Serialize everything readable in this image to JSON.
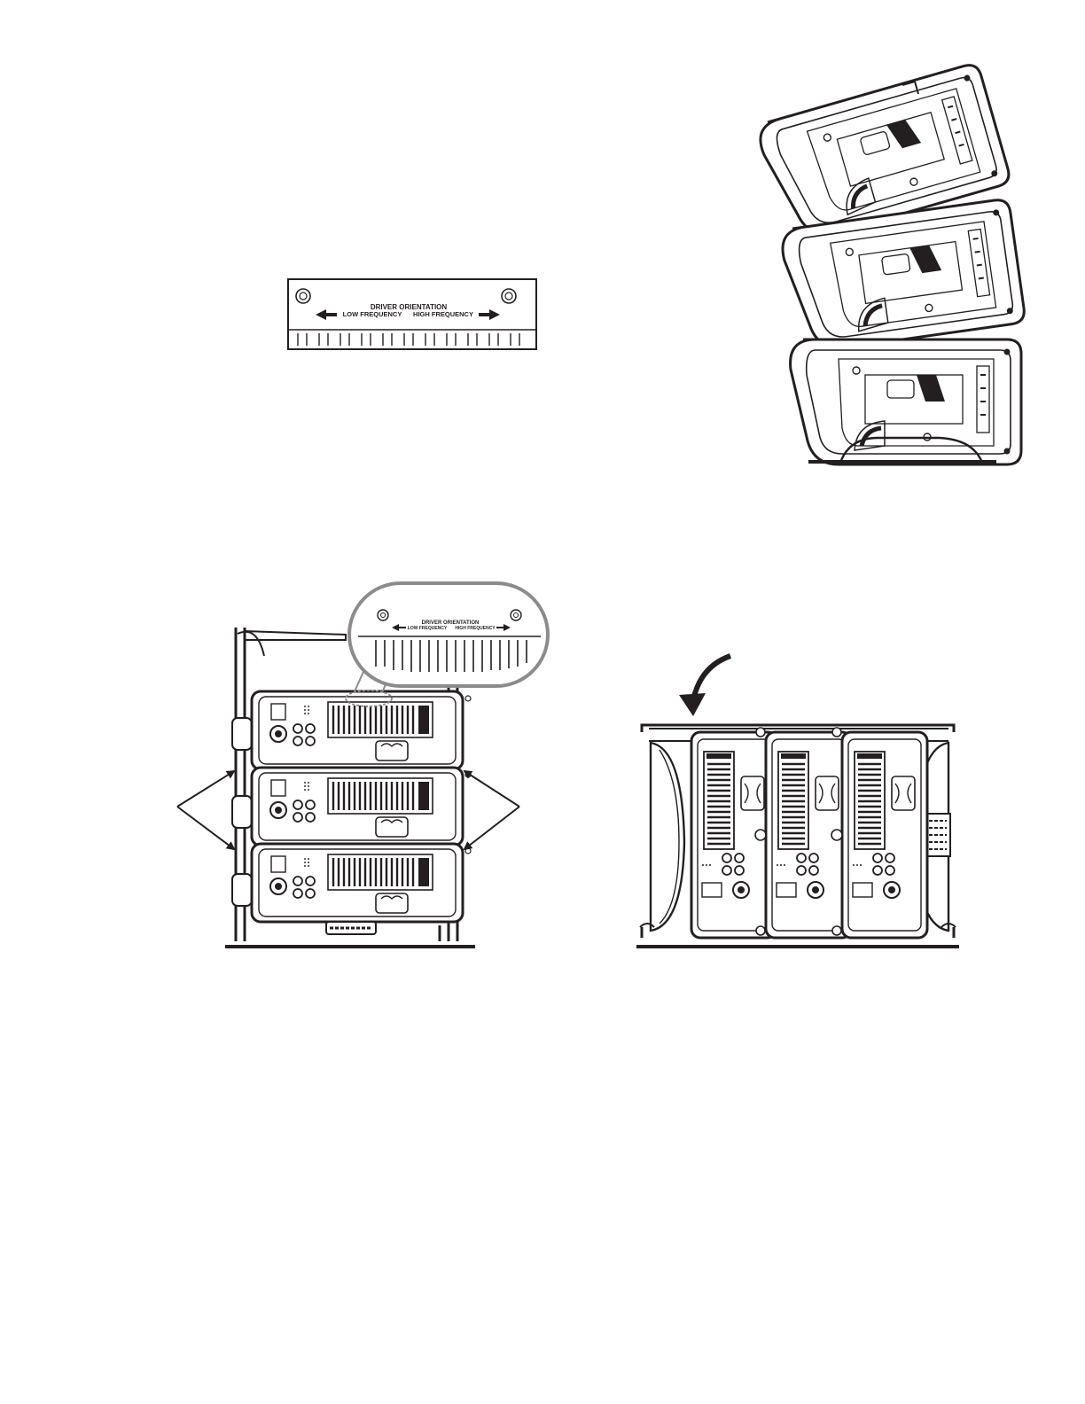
{
  "label_large": {
    "title": "DRIVER ORIENTATION",
    "left": "LOW FREQUENCY",
    "right": "HIGH FREQUENCY"
  },
  "label_callout": {
    "title": "DRIVER ORIENTATION",
    "left": "LOW FREQUENCY",
    "right": "HIGH FREQUENCY"
  },
  "colors": {
    "ink": "#231f20",
    "callout": "#8c8c8c",
    "paper": "#ffffff"
  }
}
